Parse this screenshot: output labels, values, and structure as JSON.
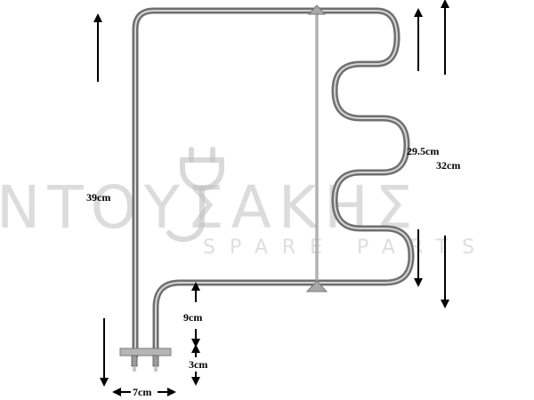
{
  "watermark": {
    "brand": "ΝΤΟΥΣΑΚΗΣ",
    "subtitle": "SPARE PARTS"
  },
  "dimensions": {
    "height_total": "39cm",
    "loop_height": "29.5cm",
    "element_height": "32cm",
    "terminal_offset": "9cm",
    "terminal_length": "3cm",
    "terminal_spacing": "7cm"
  },
  "colors": {
    "element": "#6f6f6f",
    "element_highlight": "#d4d4d4",
    "arrow": "#000000",
    "bracket": "#9a9a9a",
    "watermark": "#bfbfbf"
  }
}
